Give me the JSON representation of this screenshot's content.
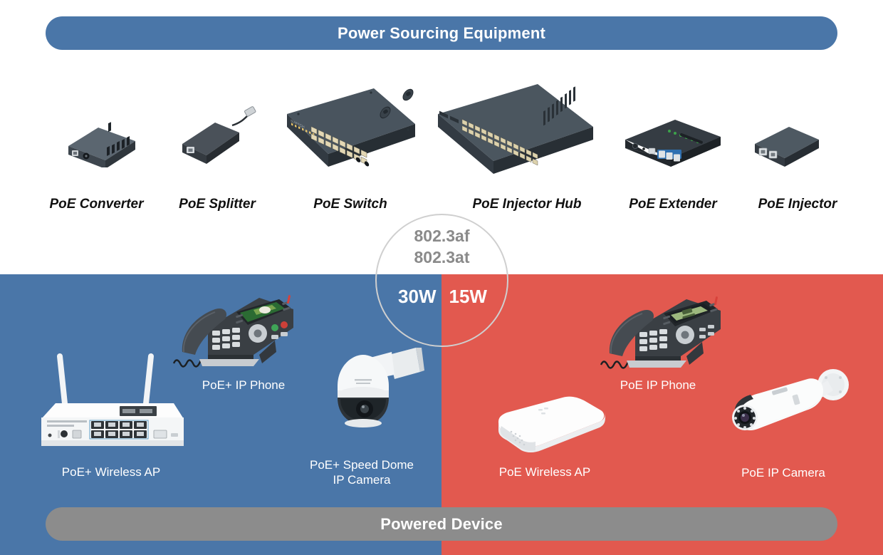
{
  "banners": {
    "top": {
      "label": "Power Sourcing Equipment",
      "color": "#4a76a8"
    },
    "bottom": {
      "label": "Powered Device",
      "color": "#8c8c8c"
    }
  },
  "panels": {
    "left": {
      "color": "#4a76a8",
      "power": "30W"
    },
    "right": {
      "color": "#e2594f",
      "power": "15W"
    }
  },
  "standards_circle": {
    "standard_1": "802.3af",
    "standard_2": "802.3at",
    "power_left": "30W",
    "power_right": "15W",
    "text_color": "#8a8a8a"
  },
  "pse_devices": [
    {
      "label": "PoE Converter",
      "icon": "poe-converter-icon"
    },
    {
      "label": "PoE Splitter",
      "icon": "poe-splitter-icon"
    },
    {
      "label": "PoE Switch",
      "icon": "poe-switch-icon"
    },
    {
      "label": "PoE Injector Hub",
      "icon": "poe-injector-hub-icon"
    },
    {
      "label": "PoE Extender",
      "icon": "poe-extender-icon"
    },
    {
      "label": "PoE Injector",
      "icon": "poe-injector-icon"
    }
  ],
  "pd_devices_left": [
    {
      "label": "PoE+ IP Phone",
      "icon": "ip-phone-color-icon"
    },
    {
      "label": "PoE+ Wireless AP",
      "icon": "wireless-ap-icon"
    },
    {
      "label_line1": "PoE+ Speed Dome",
      "label_line2": "IP Camera",
      "icon": "speed-dome-camera-icon"
    }
  ],
  "pd_devices_right": [
    {
      "label": "PoE IP Phone",
      "icon": "ip-phone-mono-icon"
    },
    {
      "label": "PoE Wireless AP",
      "icon": "wireless-ap-box-icon"
    },
    {
      "label": "PoE IP Camera",
      "icon": "bullet-camera-icon"
    }
  ]
}
